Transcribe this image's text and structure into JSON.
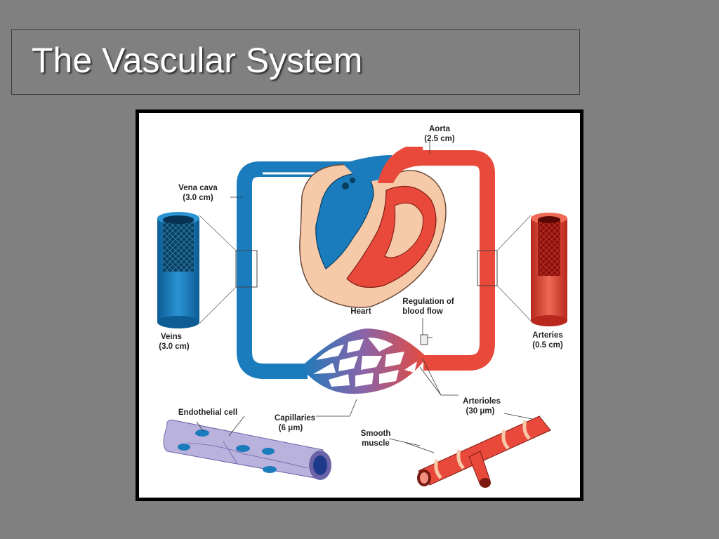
{
  "slide": {
    "title": "The Vascular System"
  },
  "labels": {
    "aorta": "Aorta",
    "aorta_size": "(2.5 cm)",
    "vena_cava": "Vena cava",
    "vena_cava_size": "(3.0 cm)",
    "heart": "Heart",
    "regulation_line1": "Regulation of",
    "regulation_line2": "blood flow",
    "veins": "Veins",
    "veins_size": "(3.0 cm)",
    "arteries": "Arteries",
    "arteries_size": "(0.5 cm)",
    "arterioles": "Arterioles",
    "arterioles_size": "(30 μm)",
    "endothelial_cell": "Endothelial cell",
    "capillaries": "Capillaries",
    "capillaries_size": "(6 μm)",
    "smooth_line1": "Smooth",
    "smooth_line2": "muscle"
  },
  "colors": {
    "vein": "#1a7bbd",
    "artery": "#e8493a",
    "heart_tissue": "#f6c9a8",
    "capillary_vessel": "#b9b2dc",
    "background": "#808080"
  }
}
